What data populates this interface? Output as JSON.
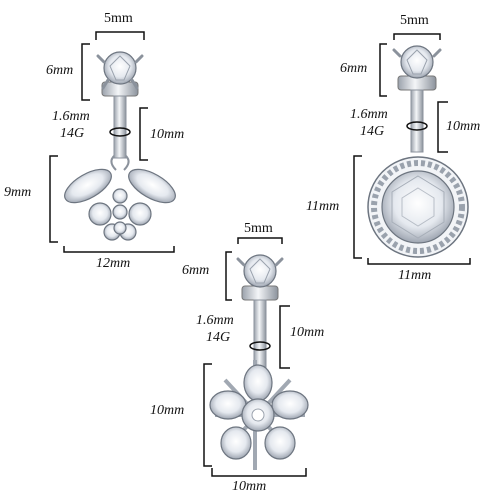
{
  "products": [
    {
      "name": "butterfly",
      "labels": {
        "ball_width": "5mm",
        "ball_height": "6mm",
        "gauge_mm": "1.6mm",
        "gauge_g": "14G",
        "bar_length": "10mm",
        "charm_height": "9mm",
        "charm_width": "12mm"
      }
    },
    {
      "name": "halo",
      "labels": {
        "ball_width": "5mm",
        "ball_height": "6mm",
        "gauge_mm": "1.6mm",
        "gauge_g": "14G",
        "bar_length": "10mm",
        "charm_height": "11mm",
        "charm_width": "11mm"
      }
    },
    {
      "name": "flower",
      "labels": {
        "ball_width": "5mm",
        "ball_height": "6mm",
        "gauge_mm": "1.6mm",
        "gauge_g": "14G",
        "bar_length": "10mm",
        "charm_height": "10mm",
        "charm_width": "10mm"
      }
    }
  ],
  "colors": {
    "metal": "#c9ced6",
    "gem": "#eef1f5",
    "line": "#111111"
  }
}
